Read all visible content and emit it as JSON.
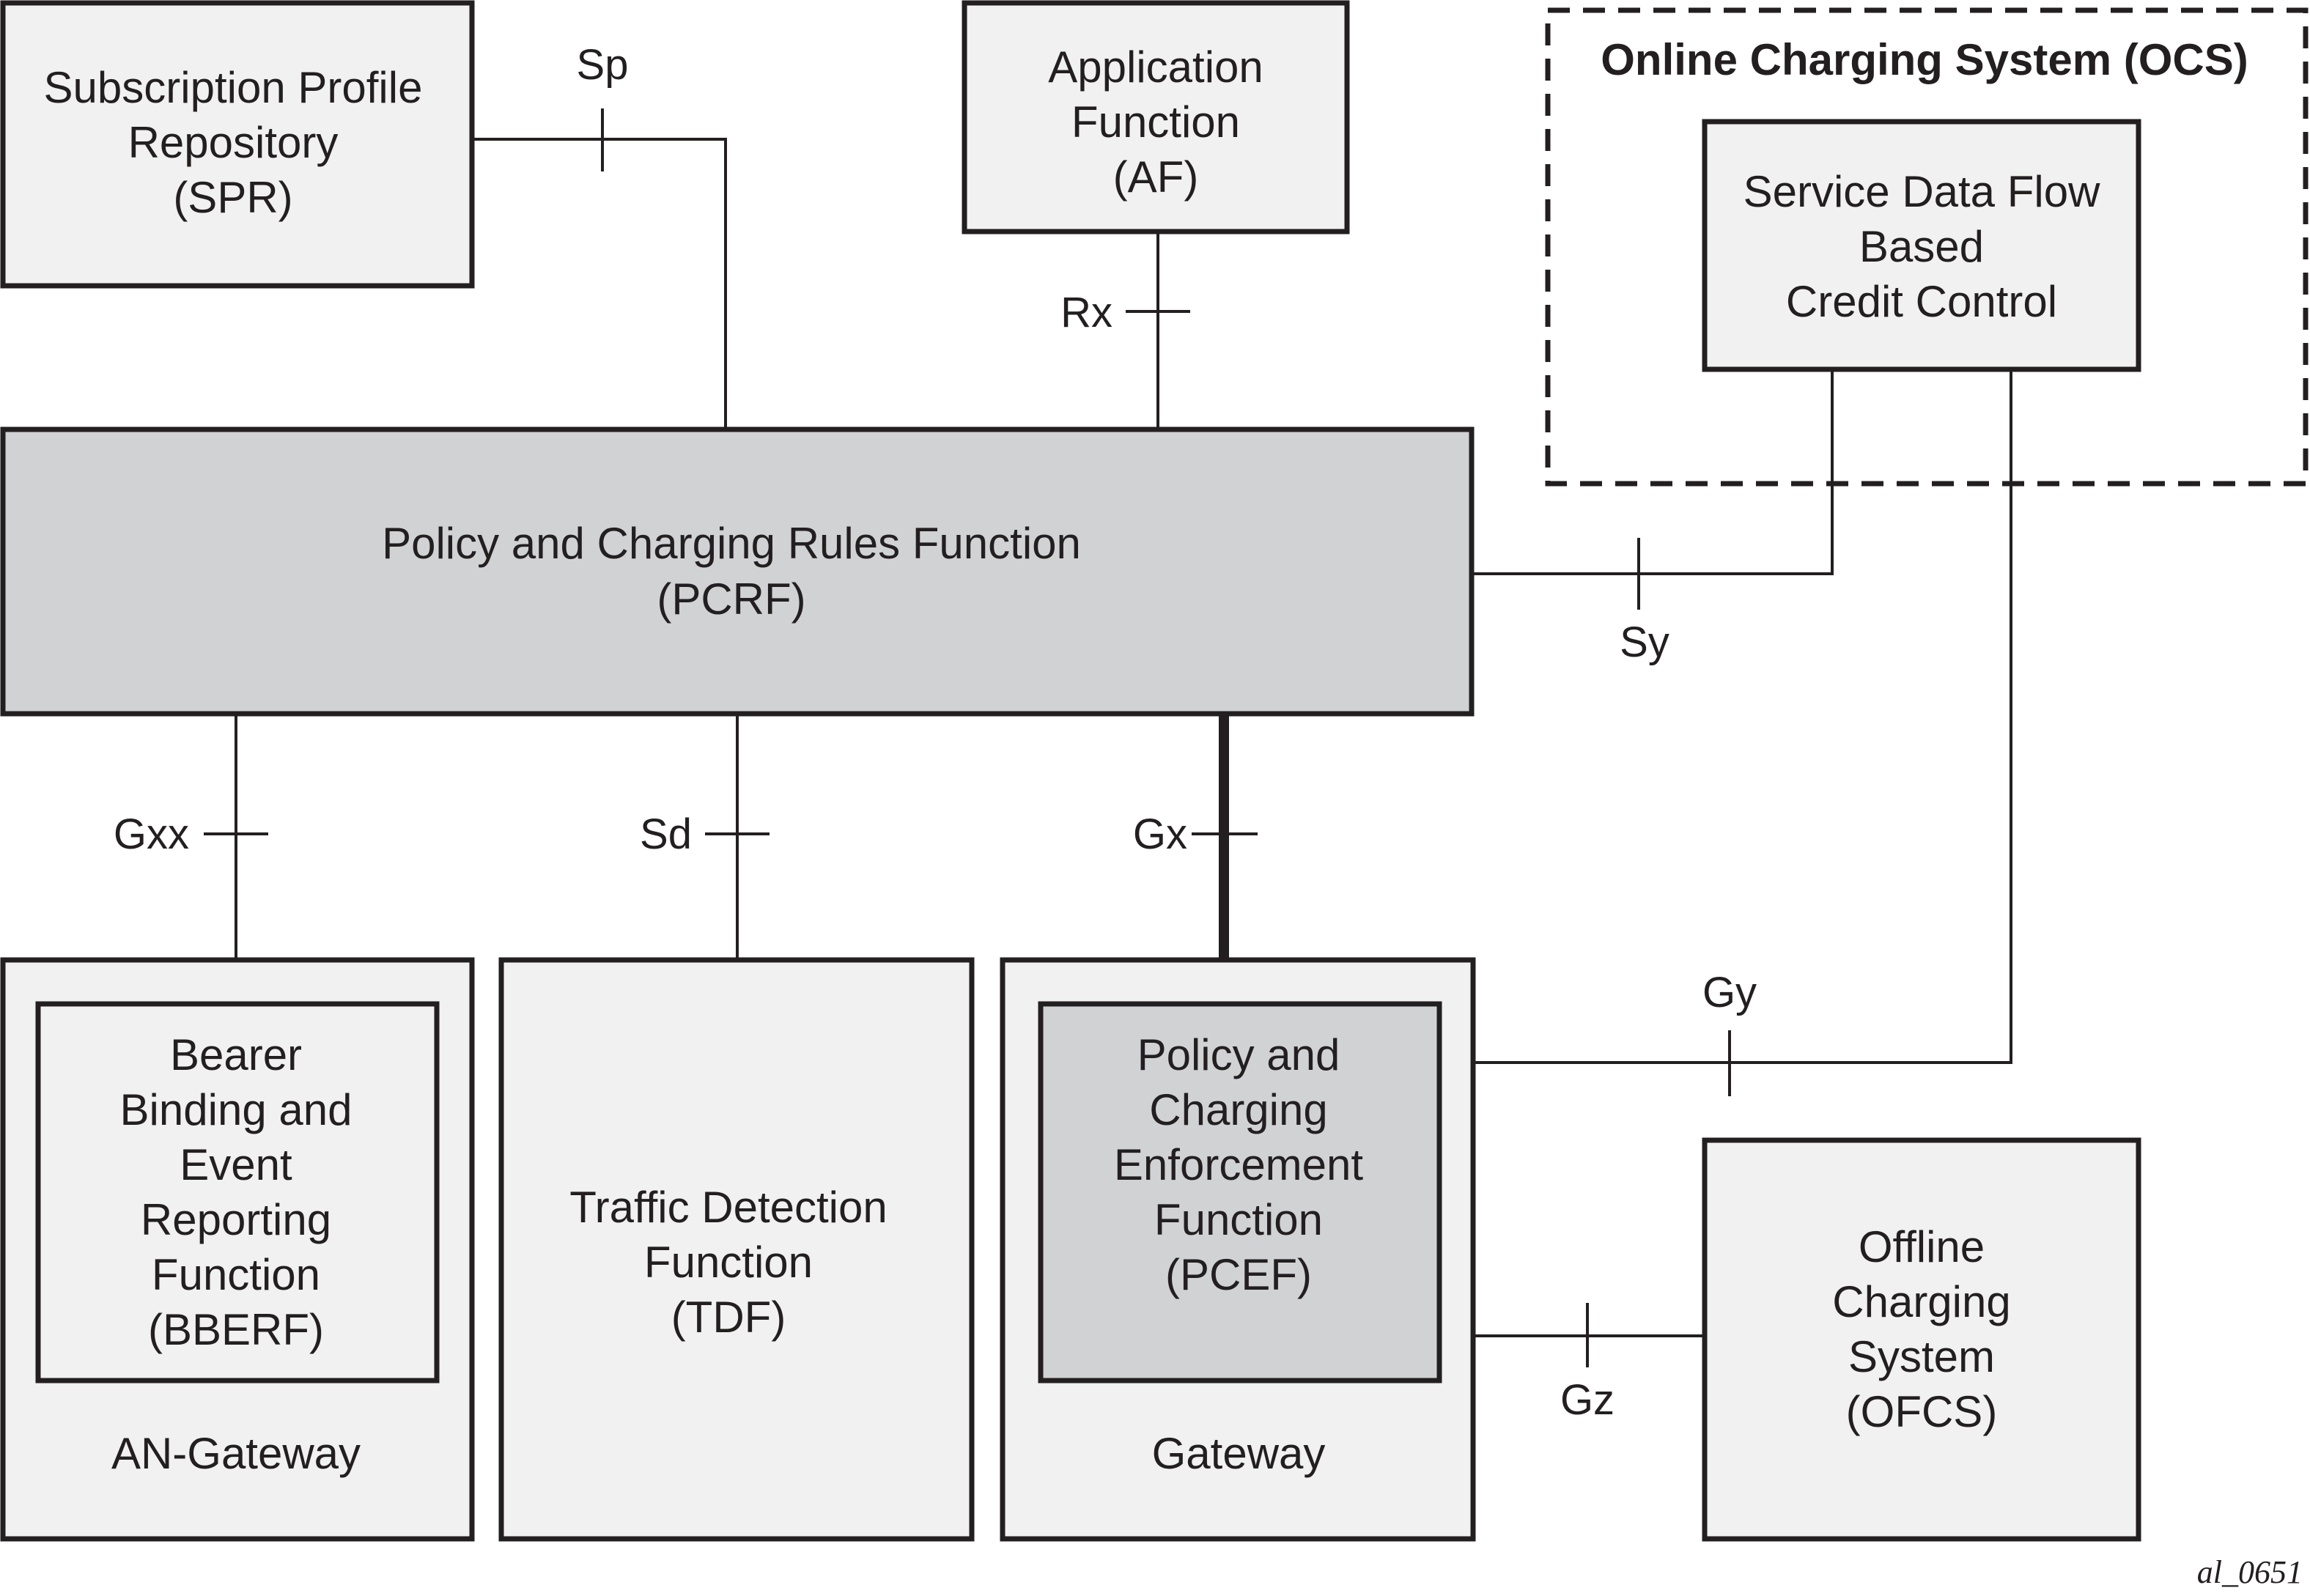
{
  "colors": {
    "box_light": "#f0f1f0",
    "box_dark": "#d1d2d4",
    "stroke": "#231f20"
  },
  "spr": {
    "line1": "Subscription Profile",
    "line2": "Repository",
    "line3": "(SPR)"
  },
  "af": {
    "line1": "Application",
    "line2": "Function",
    "line3": "(AF)"
  },
  "ocs": {
    "title": "Online Charging System (OCS)",
    "sdf": {
      "line1": "Service Data Flow",
      "line2": "Based",
      "line3": "Credit Control"
    }
  },
  "pcrf": {
    "line1": "Policy and Charging Rules Function",
    "line2": "(PCRF)"
  },
  "an_gateway": {
    "label": "AN-Gateway",
    "bberf": {
      "line1": "Bearer",
      "line2": "Binding and",
      "line3": "Event",
      "line4": "Reporting",
      "line5": "Function",
      "line6": "(BBERF)"
    }
  },
  "tdf": {
    "line1": "Traffic Detection",
    "line2": "Function",
    "line3": "(TDF)"
  },
  "gateway": {
    "label": "Gateway",
    "pcef": {
      "line1": "Policy and",
      "line2": "Charging",
      "line3": "Enforcement",
      "line4": "Function",
      "line5": "(PCEF)"
    }
  },
  "ofcs": {
    "line1": "Offline",
    "line2": "Charging",
    "line3": "System",
    "line4": "(OFCS)"
  },
  "interfaces": {
    "sp": "Sp",
    "rx": "Rx",
    "sy": "Sy",
    "gxx": "Gxx",
    "sd": "Sd",
    "gx": "Gx",
    "gy": "Gy",
    "gz": "Gz"
  },
  "figure_id": "al_0651"
}
